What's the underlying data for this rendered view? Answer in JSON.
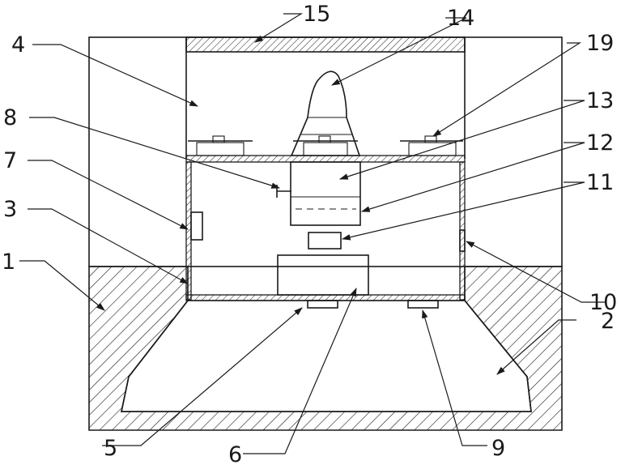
{
  "labels": {
    "l1": "1",
    "l2": "2",
    "l3": "3",
    "l4": "4",
    "l5": "5",
    "l6": "6",
    "l7": "7",
    "l8": "8",
    "l9": "9",
    "l10": "10",
    "l11": "11",
    "l12": "12",
    "l13": "13",
    "l14": "14",
    "l15": "15",
    "l19": "19"
  }
}
